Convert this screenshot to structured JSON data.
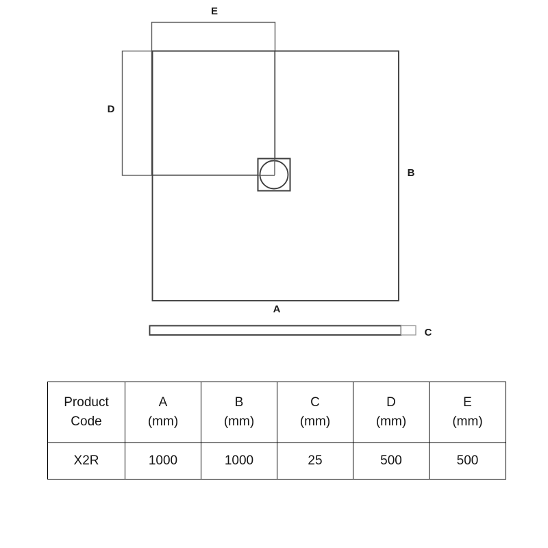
{
  "drawing": {
    "title": "Square shower tray technical drawing",
    "labels": {
      "a": "A",
      "b": "B",
      "c": "C",
      "d": "D",
      "e": "E"
    },
    "line_color": "#4d4d4d",
    "outline_color": "#3a3a3a",
    "background": "#ffffff",
    "views": {
      "plan": "plan-view-square-tray",
      "section": "side-elevation-bar"
    },
    "features": {
      "waste_outlet": "square-waste-with-round-drain"
    }
  },
  "table": {
    "columns": [
      {
        "key": "product_code",
        "line1": "Product",
        "line2": "Code"
      },
      {
        "key": "a",
        "line1": "A",
        "line2": "(mm)"
      },
      {
        "key": "b",
        "line1": "B",
        "line2": "(mm)"
      },
      {
        "key": "c",
        "line1": "C",
        "line2": "(mm)"
      },
      {
        "key": "d",
        "line1": "D",
        "line2": "(mm)"
      },
      {
        "key": "e",
        "line1": "E",
        "line2": "(mm)"
      }
    ],
    "rows": [
      {
        "product_code": "X2R",
        "a": "1000",
        "b": "1000",
        "c": "25",
        "d": "500",
        "e": "500"
      }
    ]
  }
}
